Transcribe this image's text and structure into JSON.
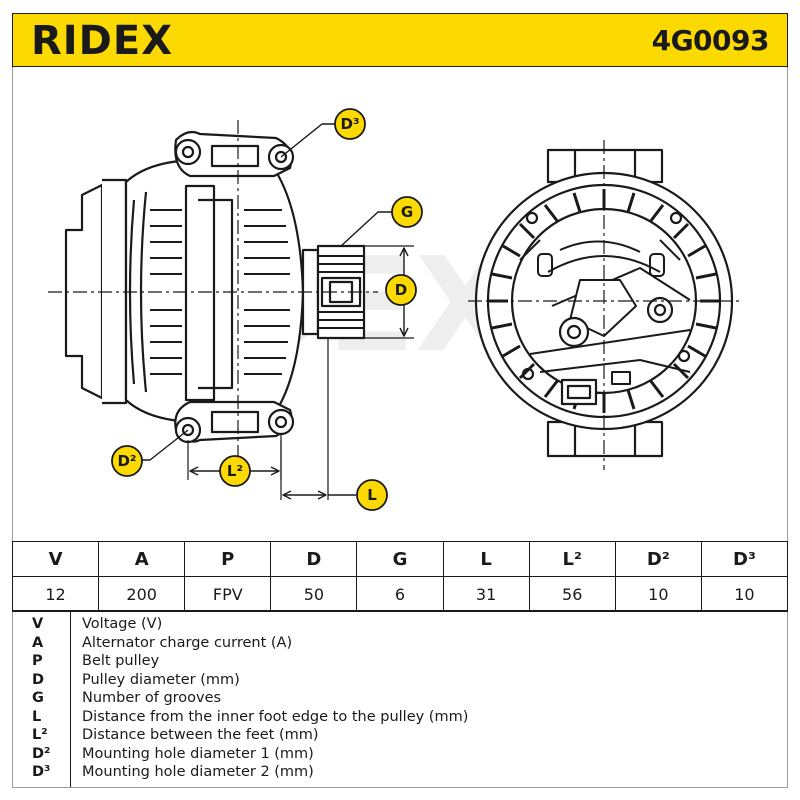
{
  "brand": {
    "name": "RIDEX",
    "color": "#fcd900"
  },
  "part_number": "4G0093",
  "diagram_labels": {
    "d3": "D³",
    "g": "G",
    "d": "D",
    "d2": "D²",
    "l2": "L²",
    "l": "L"
  },
  "spec_table": {
    "headers": [
      "V",
      "A",
      "P",
      "D",
      "G",
      "L",
      "L²",
      "D²",
      "D³"
    ],
    "values": [
      "12",
      "200",
      "FPV",
      "50",
      "6",
      "31",
      "56",
      "10",
      "10"
    ]
  },
  "legend": [
    {
      "symbol": "V",
      "description": "Voltage (V)"
    },
    {
      "symbol": "A",
      "description": "Alternator charge current (A)"
    },
    {
      "symbol": "P",
      "description": "Belt pulley"
    },
    {
      "symbol": "D",
      "description": "Pulley diameter (mm)"
    },
    {
      "symbol": "G",
      "description": "Number of grooves"
    },
    {
      "symbol": "L",
      "description": "Distance from the inner foot edge to the pulley (mm)"
    },
    {
      "symbol": "L²",
      "description": "Distance between the feet (mm)"
    },
    {
      "symbol": "D²",
      "description": "Mounting hole diameter 1 (mm)"
    },
    {
      "symbol": "D³",
      "description": "Mounting hole diameter 2 (mm)"
    }
  ]
}
